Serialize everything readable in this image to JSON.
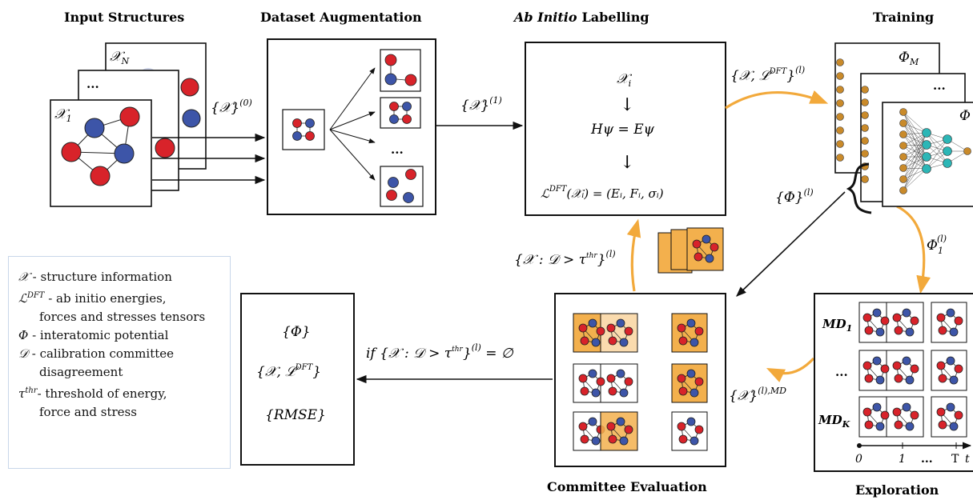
{
  "headings": {
    "input": "Input Structures",
    "augment": "Dataset Augmentation",
    "labelling_em": "Ab Initio",
    "labelling": "Labelling",
    "training": "Training",
    "committee": "Committee Evaluation",
    "exploration": "Exploration"
  },
  "input_stack": {
    "top_label": "𝒳",
    "top_sub": "N",
    "mid_label": "...",
    "front_label": "𝒳",
    "front_sub": "1"
  },
  "edges": {
    "x0": "{𝒳}",
    "x0_sup": "(0)",
    "x1": "{𝒳}",
    "x1_sup": "(1)",
    "xl_dft": "{𝒳, ℒ",
    "xl_dft_sup": "DFT",
    "xl_dft_end": "}",
    "xl_dft_l": "(l)",
    "phi_l": "{Φ}",
    "phi_l_sup": "(l)",
    "phi1": "Φ",
    "phi1_sub": "1",
    "phi1_sup": "(l)",
    "xmd": "{𝒳}",
    "xmd_sup": "(l),MD",
    "disagree": "{𝒳 : 𝒟 > τ",
    "disagree_thr": "thr",
    "disagree_end": "}",
    "disagree_l": "(l)",
    "if_text": "if {𝒳 : 𝒟 > τ",
    "if_thr": "thr",
    "if_end": "}",
    "if_l": "(l)",
    "if_tail": " = ∅"
  },
  "abinitio_box": {
    "xi": "𝒳",
    "xi_sub": "i",
    "eq": "Hψ = Eψ",
    "arrow": "↓",
    "label_lhs": "ℒ",
    "label_sup": "DFT",
    "label_rhs": "(𝒳ᵢ) = (Eᵢ, Fᵢ, σᵢ)"
  },
  "training": {
    "phi_m": "Φ",
    "phi_m_sub": "M",
    "dots": "...",
    "phi_front": "Φ"
  },
  "augment": {
    "dots": "..."
  },
  "output_box": {
    "line1": "{Φ}",
    "line2": "{𝒳, ℒ",
    "line2_sup": "DFT",
    "line2_end": "}",
    "line3": "{RMSE}"
  },
  "exploration": {
    "md1": "MD",
    "md1_sub": "1",
    "mdk": "MD",
    "mdk_sub": "K",
    "dots": "...",
    "t0": "0",
    "t1": "1",
    "tdots": "...",
    "tT": "T",
    "taxis": "t"
  },
  "legend": [
    {
      "sym": "𝒳",
      "sup": "",
      "text": " - structure information",
      "cont": ""
    },
    {
      "sym": "ℒ",
      "sup": "DFT",
      "text": " - ab initio energies,",
      "cont": "forces and stresses tensors"
    },
    {
      "sym": "Φ",
      "sup": "",
      "text": " - interatomic potential",
      "cont": ""
    },
    {
      "sym": "𝒟",
      "sup": "",
      "text": " - calibration committee",
      "cont": "disagreement"
    },
    {
      "sym": "τ",
      "sup": "thr",
      "text": "- threshold of energy,",
      "cont": "force and stress"
    }
  ],
  "colors": {
    "red_atom": "#d8232a",
    "blue_atom": "#3d55a8",
    "orange": "#f2a93b",
    "orange_fill": "#f3b04d",
    "nn_brown": "#c98a2a",
    "nn_teal": "#2cb6b6",
    "legend_border": "#c8d7ea"
  }
}
